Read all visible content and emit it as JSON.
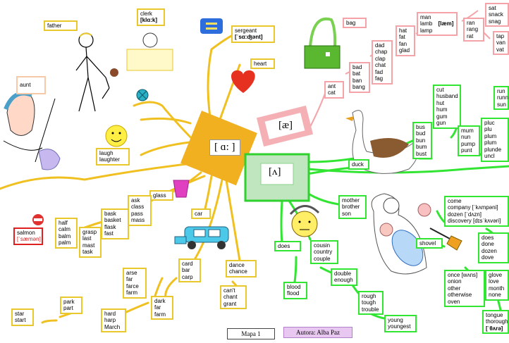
{
  "sounds": {
    "a_long": "[ ɑ: ]",
    "ae": "[æ]",
    "wedge": "[ʌ]"
  },
  "yellow": {
    "father": [
      "father"
    ],
    "clerk": [
      "clerk",
      "[klɑ:k]"
    ],
    "sergeant": [
      "sergeant",
      "[ˈsɑ:ʤənt]"
    ],
    "heart": [
      "heart"
    ],
    "aunt": [
      "aunt"
    ],
    "laugh": [
      "laugh",
      "laughter"
    ],
    "glass": [
      "glass"
    ],
    "ask": [
      "ask",
      "class",
      "pass",
      "mass"
    ],
    "bask": [
      "bask",
      "basket",
      "flask",
      "fast"
    ],
    "half": [
      "half",
      "calm",
      "balm",
      "palm"
    ],
    "grasp": [
      "grasp",
      "last",
      "mast",
      "task"
    ],
    "car": [
      "car"
    ],
    "dance": [
      "dance",
      "chance"
    ],
    "cant": [
      "can't",
      "chant",
      "grant"
    ],
    "card": [
      "card",
      "bar",
      "carp"
    ],
    "arse": [
      "arse",
      "far",
      "farce",
      "farm"
    ],
    "dark": [
      "dark",
      "far",
      "farm"
    ],
    "hard": [
      "hard",
      "harp",
      "March"
    ],
    "park": [
      "park",
      "part"
    ],
    "star": [
      "star",
      "start"
    ]
  },
  "red": {
    "salmon": [
      "salmon",
      "[ˈsæmən]"
    ]
  },
  "pink": {
    "bag": [
      "bag"
    ],
    "ant": [
      "ant",
      "cat"
    ],
    "bad": [
      "bad",
      "bat",
      "ban",
      "bang"
    ],
    "dad": [
      "dad",
      "chap",
      "clap",
      "chat",
      "fad",
      "fag"
    ],
    "hat": [
      "hat",
      "fat",
      "fan",
      "glad"
    ],
    "man": [
      "man",
      "lamb",
      "lamp"
    ],
    "lamb_ipa": "[læm]",
    "ran": [
      "ran",
      "rang",
      "rat"
    ],
    "sat": [
      "sat",
      "snack",
      "snag"
    ],
    "tap": [
      "tap",
      "van",
      "vat"
    ]
  },
  "green": {
    "duck": [
      "duck"
    ],
    "mother": [
      "mother",
      "brother",
      "son"
    ],
    "does": [
      "does"
    ],
    "cousin": [
      "cousin",
      "country",
      "couple"
    ],
    "blood": [
      "blood",
      "flood"
    ],
    "double": [
      "double",
      "enough"
    ],
    "rough": [
      "rough",
      "tough",
      "trouble"
    ],
    "young": [
      "young",
      "youngest"
    ],
    "bus": [
      "bus",
      "bud",
      "bun",
      "bum",
      "bust"
    ],
    "cut": [
      "cut",
      "husband",
      "hut",
      "hum",
      "gum",
      "gun"
    ],
    "mum": [
      "mum",
      "nun",
      "pump",
      "punt"
    ],
    "run": [
      "run",
      "runn",
      "sun"
    ],
    "pluck": [
      "pluc",
      "plu",
      "plum",
      "plum",
      "plunde",
      "uncl"
    ],
    "come": [
      "come",
      "company [ˈkʌmpəni]",
      "dozen [ˈdʌzn]",
      "discovery [dɪsˈkʌvəri]"
    ],
    "shovel": [
      "shovel"
    ],
    "does2": [
      "does",
      "done",
      "dozen",
      "dove"
    ],
    "once": [
      "once [wʌns]",
      "onion",
      "other",
      "otherwise",
      "oven"
    ],
    "glove": [
      "glove",
      "love",
      "month",
      "none"
    ],
    "tongue": [
      "tongue",
      "thorough",
      "[ˈθʌrə]"
    ]
  },
  "footer": {
    "map": "Mapa 1",
    "author": "Autora: Alba Paz"
  },
  "colors": {
    "yellow": "#e8c82c",
    "pink": "#f4a3a8",
    "green": "#33e533",
    "red": "#e02020",
    "orange": "#f0b020"
  }
}
